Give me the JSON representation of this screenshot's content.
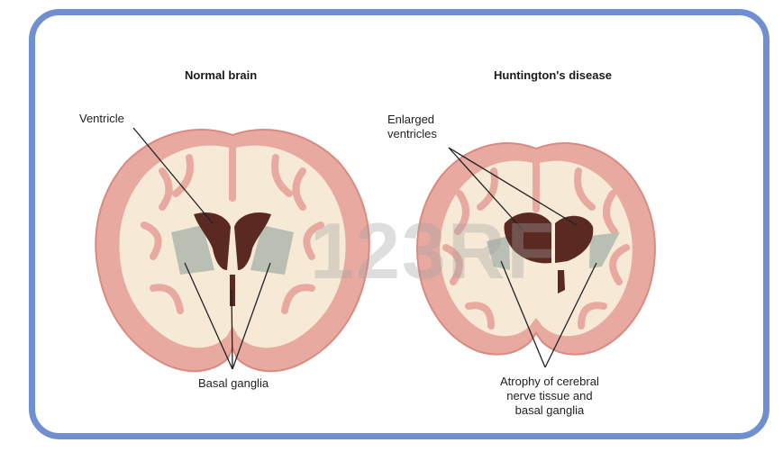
{
  "titles": {
    "left": "Normal brain",
    "right": "Huntington's disease"
  },
  "labels": {
    "ventricle": "Ventricle",
    "enlarged_line1": "Enlarged",
    "enlarged_line2": "ventricles",
    "basal": "Basal ganglia",
    "atrophy_line1": "Atrophy of cerebral",
    "atrophy_line2": "nerve tissue and",
    "atrophy_line3": "basal ganglia"
  },
  "watermark": "123RF",
  "colors": {
    "border": "#6f8fd0",
    "cortex": "#e8a9a0",
    "white_matter": "#f6ead6",
    "ventricle": "#5a2a22",
    "basal_ganglia": "#b9bfb3"
  }
}
